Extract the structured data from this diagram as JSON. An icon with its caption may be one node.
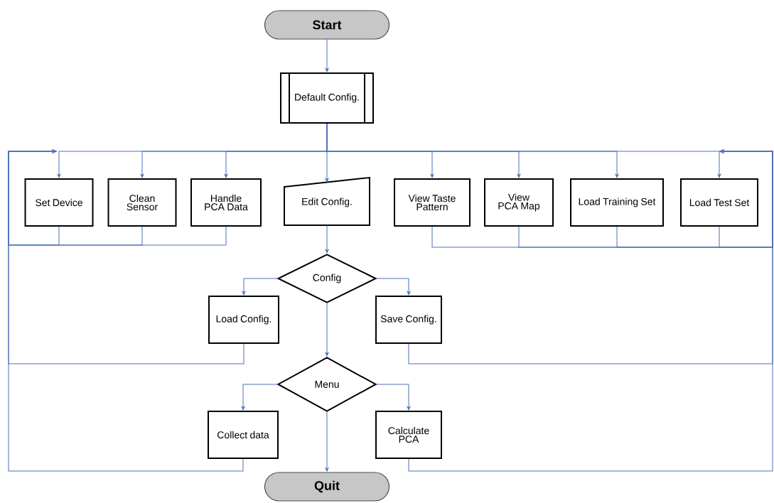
{
  "diagram": {
    "nodes": [
      {
        "text": [
          "Start"
        ]
      },
      {
        "text": [
          "Default Config."
        ]
      },
      {
        "text": [
          "Set Device"
        ]
      },
      {
        "text": [
          "Clean Sensor"
        ]
      },
      {
        "text": [
          "Handle PCA Data"
        ]
      },
      {
        "text": [
          "Edit Config."
        ]
      },
      {
        "text": [
          "View Taste Pattern"
        ]
      },
      {
        "text": [
          "View PCA Map"
        ]
      },
      {
        "text": [
          "Load Training Set"
        ]
      },
      {
        "text": [
          "Load Test Set"
        ]
      },
      {
        "text": [
          "Config"
        ]
      },
      {
        "text": [
          "Load Config."
        ]
      },
      {
        "text": [
          "Save Config."
        ]
      },
      {
        "text": [
          "Menu"
        ]
      },
      {
        "text": [
          "Collect data"
        ]
      },
      {
        "text": [
          "Calculate PCA"
        ]
      },
      {
        "text": [
          "Quit"
        ]
      }
    ],
    "edges": [
      {
        "from": 0,
        "to": 1,
        "arrow": "to"
      },
      {
        "from": 1,
        "to": 2,
        "arrow": "to"
      },
      {
        "from": 1,
        "to": 3,
        "arrow": "to"
      },
      {
        "from": 1,
        "to": 4,
        "arrow": "to"
      },
      {
        "from": 1,
        "to": 5,
        "arrow": "to"
      },
      {
        "from": 1,
        "to": 6,
        "arrow": "to"
      },
      {
        "from": 1,
        "to": 7,
        "arrow": "to"
      },
      {
        "from": 1,
        "to": 8,
        "arrow": "to"
      },
      {
        "from": 1,
        "to": 9,
        "arrow": "to"
      },
      {
        "from": 5,
        "to": 10,
        "arrow": "to"
      },
      {
        "from": 10,
        "to": 11,
        "arrow": "to"
      },
      {
        "from": 10,
        "to": 12,
        "arrow": "to"
      },
      {
        "from": 10,
        "to": 13,
        "arrow": "to"
      },
      {
        "from": 13,
        "to": 14,
        "arrow": "to"
      },
      {
        "from": 13,
        "to": 15,
        "arrow": "to"
      },
      {
        "from": 13,
        "to": 16,
        "arrow": "to"
      },
      {
        "from": 2,
        "to": null,
        "arrow": "to"
      },
      {
        "from": 3,
        "to": null,
        "arrow": "to"
      },
      {
        "from": 4,
        "to": null,
        "arrow": "to"
      },
      {
        "from": 11,
        "to": null,
        "arrow": "to"
      },
      {
        "from": 14,
        "to": null,
        "arrow": "to"
      },
      {
        "from": 6,
        "to": null,
        "arrow": "to"
      },
      {
        "from": 7,
        "to": null,
        "arrow": "to"
      },
      {
        "from": 8,
        "to": null,
        "arrow": "to"
      },
      {
        "from": 9,
        "to": null,
        "arrow": "to"
      },
      {
        "from": 12,
        "to": null,
        "arrow": "to"
      },
      {
        "from": 15,
        "to": null,
        "arrow": "to"
      }
    ]
  }
}
